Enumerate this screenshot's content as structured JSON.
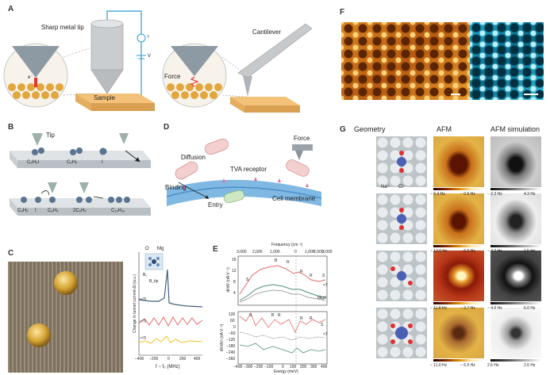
{
  "panels": {
    "A": {
      "label": "A",
      "stm_tip_label": "Sharp metal tip",
      "sample_label": "Sample",
      "electron_label": "e⁻",
      "i_label": "I",
      "v_label": "V",
      "cantilever_label": "Cantilever",
      "force_label": "Force"
    },
    "B": {
      "label": "B",
      "tip_label": "Tip",
      "top_molecules": [
        "C₆H₅I",
        "C₆H₅",
        "I"
      ],
      "bottom_molecules": [
        "C₆H₅",
        "I",
        "C₆H₅",
        "2C₆H₅",
        "C₁₂H₁₀"
      ]
    },
    "C": {
      "label": "C",
      "inset_labels": [
        "O",
        "Mg"
      ],
      "b_labels": [
        "B₀",
        "B_tip"
      ],
      "ylabel": "Change in tunnel current ΔI (a.u.)",
      "xlabel": "f − f₀ (MHz)",
      "series_labels": [
        "⁴⁹Ti",
        "⁴⁷Ti",
        "⁴⁸Ti"
      ],
      "xticks": [
        "−400",
        "−200",
        "0",
        "200",
        "400"
      ]
    },
    "D": {
      "label": "D",
      "diffusion_label": "Diffusion",
      "force_label": "Force",
      "receptor_label": "TVA receptor",
      "binding_label": "Binding",
      "entry_label": "Entry",
      "membrane_label": "Cell membrane"
    },
    "E": {
      "label": "E",
      "top_axis_label": "Frequency (cm⁻¹)",
      "top_ticks": [
        "3,000",
        "2,000",
        "1,000",
        "0",
        "1,000",
        "2,000",
        "3,000"
      ],
      "y1_label": "dI/dV (nA V⁻¹)",
      "y1_ticks": [
        "16",
        "12",
        "8",
        "4"
      ],
      "y2_label": "d²I/dV² (nA V⁻²)",
      "y2_ticks": [
        "120",
        "60",
        "0",
        "−60",
        "−120",
        "−180",
        "−240",
        "−360"
      ],
      "xlabel": "Energy (meV)",
      "xticks": [
        "−400",
        "−300",
        "−200",
        "−100",
        "0",
        "100",
        "200",
        "300",
        "400"
      ],
      "peak_labels_top": [
        "S",
        "B",
        "R",
        "R",
        "R",
        "S"
      ],
      "peak_labels_bottom": [
        "S",
        "B",
        "R",
        "R",
        "R",
        "S"
      ],
      "scale_top": "×7",
      "scale_bottom": "×7",
      "bkgd_label": "bkgd"
    },
    "F": {
      "label": "F"
    },
    "G": {
      "label": "G",
      "columns": [
        "Geometry",
        "AFM",
        "AFM simulation"
      ],
      "ion_labels": [
        "Na⁺",
        "Cl⁻"
      ],
      "afm_ranges": [
        [
          "− 6.4 Hz",
          "− 0.6 Hz"
        ],
        [
          "− 12.0 Hz",
          "− 6.0 Hz"
        ],
        [
          "− 11.8 Hz",
          "− 3.7 Hz"
        ],
        [
          "− 11.0 Hz",
          "− 6.0 Hz"
        ]
      ],
      "sim_ranges": [
        [
          "− 2.2 Hz",
          "4.3 Hz"
        ],
        [
          "− 4.2 Hz",
          "1.5 Hz"
        ],
        [
          "− 4.0 Hz",
          "6.0 Hz"
        ],
        [
          "2.6 Hz",
          "2.6 Hz"
        ]
      ]
    }
  }
}
